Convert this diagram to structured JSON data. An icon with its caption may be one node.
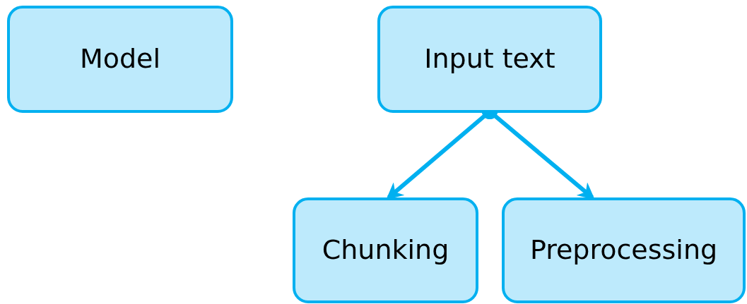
{
  "diagram": {
    "nodes": [
      {
        "text": [
          "Model"
        ]
      },
      {
        "text": [
          "Input text"
        ]
      },
      {
        "text": [
          "Chunking"
        ]
      },
      {
        "text": [
          "Preprocessing"
        ]
      }
    ],
    "edges": [
      {
        "from": 1,
        "to": 2,
        "arrow": "to"
      },
      {
        "from": 1,
        "to": 3,
        "arrow": "to"
      }
    ]
  }
}
